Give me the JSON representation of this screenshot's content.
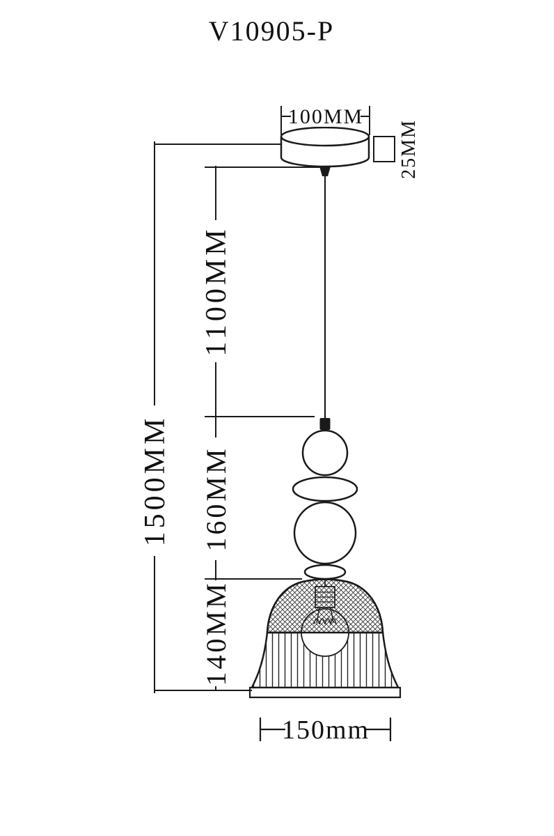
{
  "title": "V10905-P",
  "labels": {
    "canopy_width": "100MM",
    "canopy_height": "25MM",
    "suspension_length": "1100MM",
    "overall_height": "1500MM",
    "ornament_height": "160MM",
    "shade_height": "140MM",
    "shade_width": "150mm"
  },
  "colors": {
    "ink": "#1a1a1a",
    "background": "#ffffff"
  }
}
